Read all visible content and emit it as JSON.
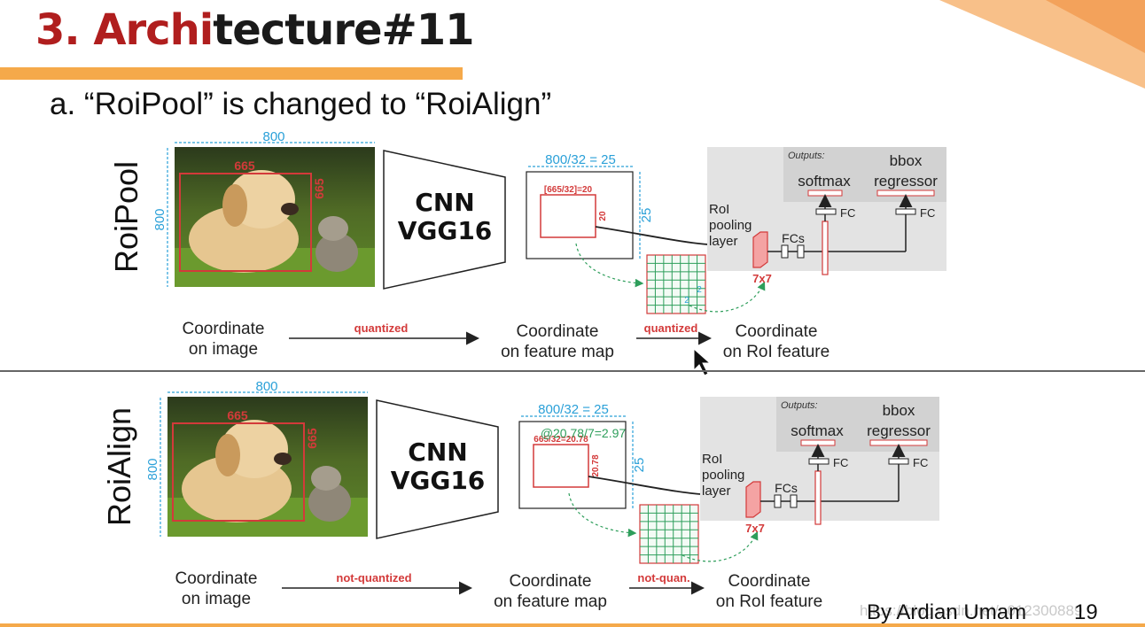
{
  "slide": {
    "title_part1": "3. Archi",
    "title_part2": "tecture#11",
    "subtitle": "a.  “RoiPool” is changed to “RoiAlign”",
    "footer_author": "By Ardian Umam",
    "page_number": "19",
    "watermark": "https://blog.csdn.net/u012300889"
  },
  "colors": {
    "title_accent": "#b01e1e",
    "orange_bar": "#f5a94a",
    "roi_red": "#d33a3a",
    "dim_blue": "#2aa0d8",
    "grid_green": "#2e9e5b",
    "gray_panel": "#e3e3e3"
  },
  "panels": [
    {
      "side_label": "RoiPool",
      "image_width": "800",
      "image_height": "800",
      "roi_width": "665",
      "roi_height": "665",
      "cnn_line1": "CNN",
      "cnn_line2": "VGG16",
      "feature_label": "800/32 = 25",
      "feature_side": "25",
      "feature_roi": "[665/32]=20",
      "feature_roi_side": "20",
      "grid_note": "2",
      "grid_note2": "2",
      "roi_pool_label": "RoI\npooling\nlayer",
      "pool_size": "7x7",
      "fcs_label": "FCs",
      "outputs_label": "Outputs:",
      "softmax_label": "softmax",
      "bbox_label1": "bbox",
      "bbox_label2": "regressor",
      "fc1": "FC",
      "fc2": "FC",
      "flow": {
        "step1_line1": "Coordinate",
        "step1_line2": "on image",
        "arrow1": "quantized",
        "step2_line1": "Coordinate",
        "step2_line2": "on feature map",
        "arrow2": "quantized",
        "step3_line1": "Coordinate",
        "step3_line2": "on RoI feature"
      }
    },
    {
      "side_label": "RoiAlign",
      "image_width": "800",
      "image_height": "800",
      "roi_width": "665",
      "roi_height": "665",
      "cnn_line1": "CNN",
      "cnn_line2": "VGG16",
      "feature_label": "800/32 = 25",
      "feature_side": "25",
      "feature_roi": "665/32=20.78",
      "feature_roi_side": "20.78",
      "grid_note": "@20.78/7=2.97",
      "roi_pool_label": "RoI\npooling\nlayer",
      "pool_size": "7x7",
      "fcs_label": "FCs",
      "outputs_label": "Outputs:",
      "softmax_label": "softmax",
      "bbox_label1": "bbox",
      "bbox_label2": "regressor",
      "fc1": "FC",
      "fc2": "FC",
      "flow": {
        "step1_line1": "Coordinate",
        "step1_line2": "on image",
        "arrow1": "not-quantized",
        "step2_line1": "Coordinate",
        "step2_line2": "on feature map",
        "arrow2": "not-quan.",
        "step3_line1": "Coordinate",
        "step3_line2": "on RoI feature"
      }
    }
  ]
}
